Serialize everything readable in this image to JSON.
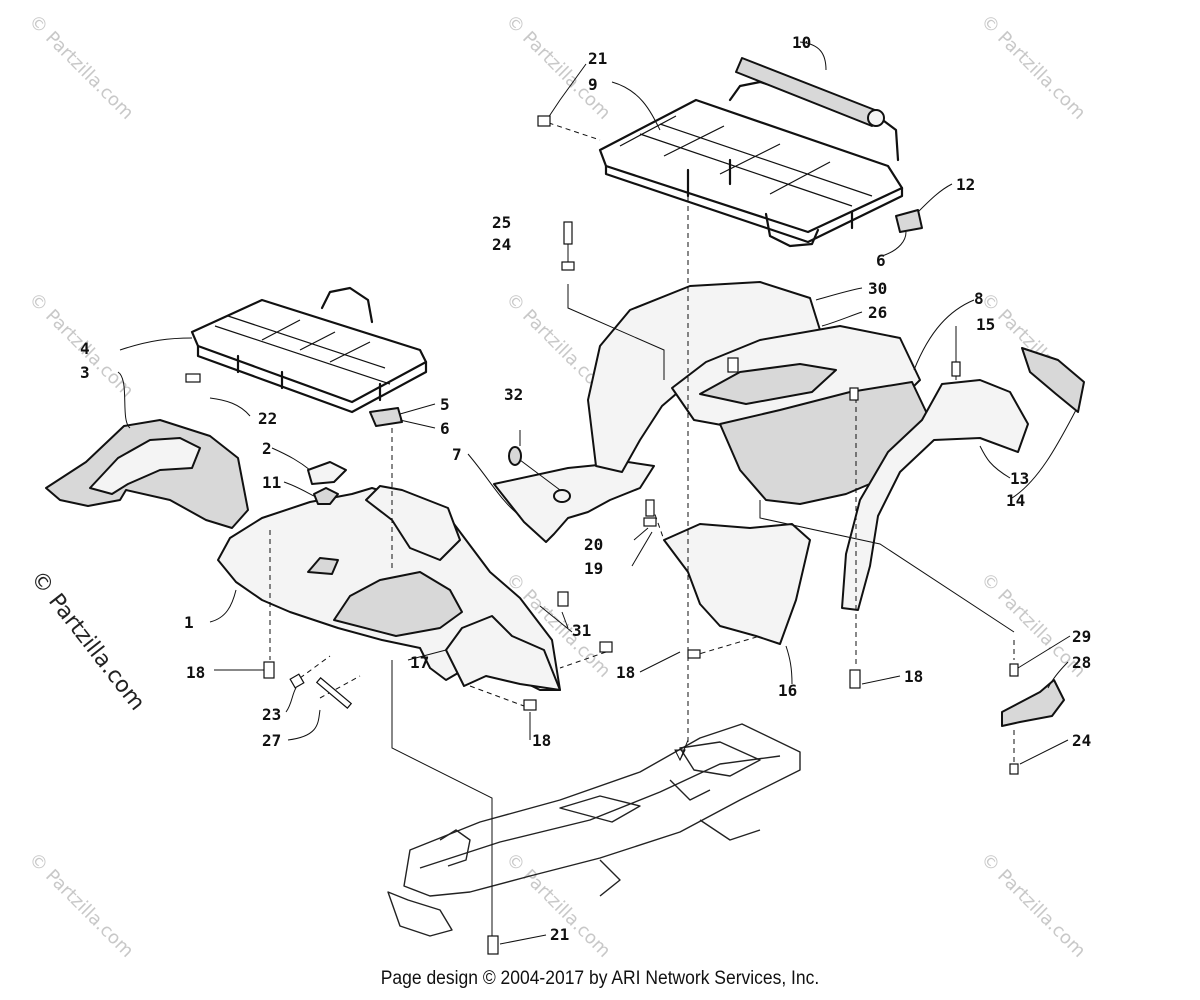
{
  "watermark": {
    "text": "© Partzilla.com",
    "primary_text": "© Partzilla.com"
  },
  "callouts": [
    "1",
    "2",
    "3",
    "4",
    "5",
    "6",
    "6",
    "7",
    "8",
    "9",
    "10",
    "11",
    "12",
    "13",
    "14",
    "15",
    "16",
    "17",
    "18",
    "18",
    "18",
    "18",
    "18",
    "19",
    "20",
    "21",
    "21",
    "22",
    "23",
    "24",
    "24",
    "25",
    "26",
    "27",
    "28",
    "29",
    "30",
    "31",
    "32"
  ],
  "footer": {
    "copyright": "Page design © 2004-2017 by ARI Network Services, Inc."
  }
}
